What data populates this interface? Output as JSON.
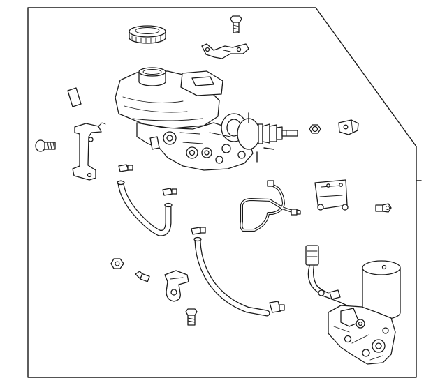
{
  "diagram": {
    "border_color": "#1a1a1a",
    "background_color": "#ffffff",
    "parts": [
      "reservoir-cap",
      "bolt-top",
      "bracket-top",
      "gasket-square",
      "brake-master-cylinder-assembly",
      "bolt-left",
      "bracket-left",
      "hose-left",
      "clamp-left-upper",
      "clamp-left-lower",
      "nut-grommet",
      "clip-small",
      "brake-tube",
      "bracket-right",
      "bolt-right",
      "hose-center",
      "clamp-center-upper",
      "clamp-center-lower",
      "nut-small",
      "bolt-small",
      "sensor-bracket",
      "bolt-bottom",
      "pump-motor-assembly",
      "wire-harness"
    ]
  }
}
